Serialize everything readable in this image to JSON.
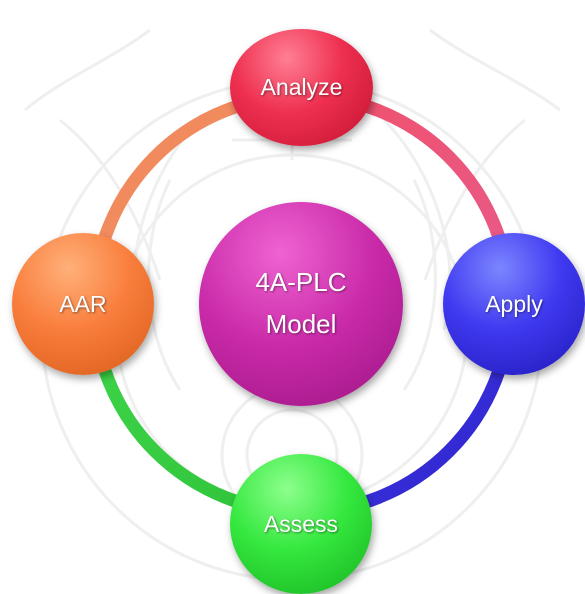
{
  "diagram": {
    "center": {
      "line1": "4A-PLC",
      "line2": "Model"
    },
    "nodes": {
      "analyze": "Analyze",
      "apply": "Apply",
      "assess": "Assess",
      "aar": "AAR"
    },
    "colors": {
      "analyze": "#e8304d",
      "apply": "#3b36e8",
      "assess": "#37e33d",
      "aar": "#f47b3c",
      "center": "#c62aa5"
    }
  }
}
